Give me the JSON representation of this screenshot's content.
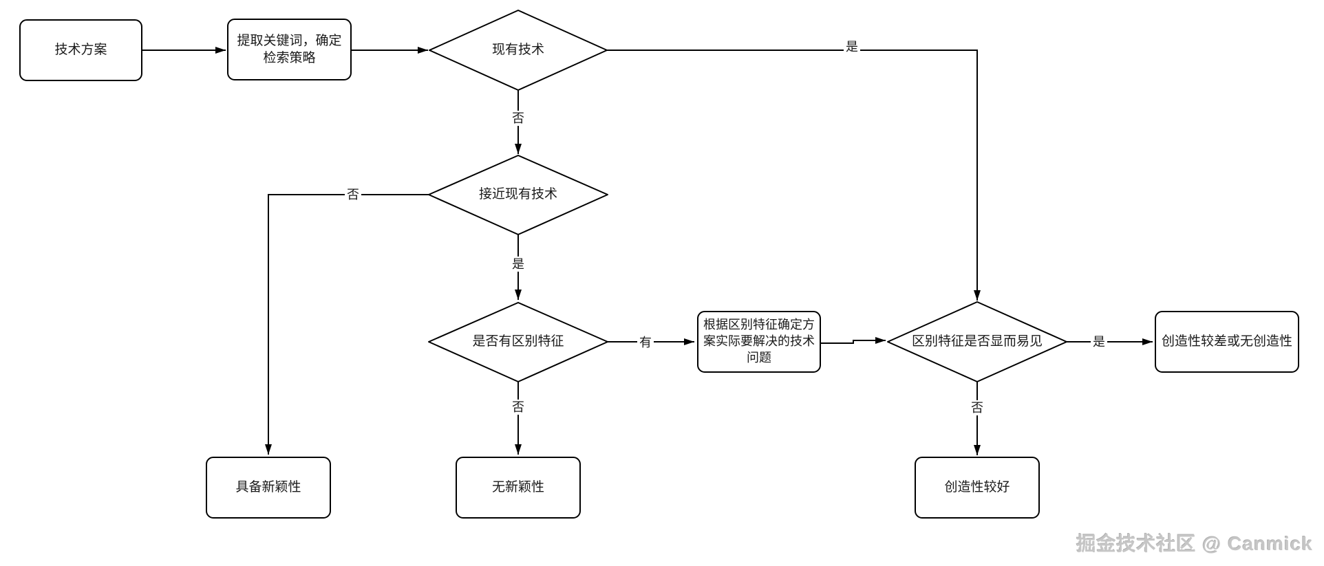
{
  "diagram": {
    "type": "flowchart",
    "colors": {
      "background": "#ffffff",
      "stroke": "#000000",
      "node_fill": "#ffffff",
      "text": "#1a1a1a",
      "watermark_text": "#c6c6c6"
    },
    "nodes": {
      "start": {
        "shape": "rounded-rect",
        "label": "技术方案"
      },
      "extract_keywords": {
        "shape": "rounded-rect",
        "label": "提取关键词，确定检索策略"
      },
      "prior_art": {
        "shape": "diamond",
        "label": "现有技术"
      },
      "closest_prior_art": {
        "shape": "diamond",
        "label": "接近现有技术"
      },
      "distinguish_feature": {
        "shape": "diamond",
        "label": "是否有区别特征"
      },
      "determine_problem": {
        "shape": "rounded-rect",
        "label": "根据区别特征确定方案实际要解决的技术问题"
      },
      "obviousness": {
        "shape": "diamond",
        "label": "区别特征是否显而易见"
      },
      "poor_creativity": {
        "shape": "rounded-rect",
        "label": "创造性较差或无创造性"
      },
      "novelty": {
        "shape": "rounded-rect",
        "label": "具备新颖性"
      },
      "no_novelty": {
        "shape": "rounded-rect",
        "label": "无新颖性"
      },
      "good_creativity": {
        "shape": "rounded-rect",
        "label": "创造性较好"
      }
    },
    "edges": [
      {
        "from": "start",
        "to": "extract_keywords",
        "label": ""
      },
      {
        "from": "extract_keywords",
        "to": "prior_art",
        "label": ""
      },
      {
        "from": "prior_art",
        "to": "obviousness",
        "label": "是"
      },
      {
        "from": "prior_art",
        "to": "closest_prior_art",
        "label": "否"
      },
      {
        "from": "closest_prior_art",
        "to": "novelty",
        "label": "否"
      },
      {
        "from": "closest_prior_art",
        "to": "distinguish_feature",
        "label": "是"
      },
      {
        "from": "distinguish_feature",
        "to": "determine_problem",
        "label": "有"
      },
      {
        "from": "distinguish_feature",
        "to": "no_novelty",
        "label": "否"
      },
      {
        "from": "determine_problem",
        "to": "obviousness",
        "label": ""
      },
      {
        "from": "obviousness",
        "to": "poor_creativity",
        "label": "是"
      },
      {
        "from": "obviousness",
        "to": "good_creativity",
        "label": "否"
      }
    ],
    "watermark": "掘金技术社区 @ Canmick"
  }
}
